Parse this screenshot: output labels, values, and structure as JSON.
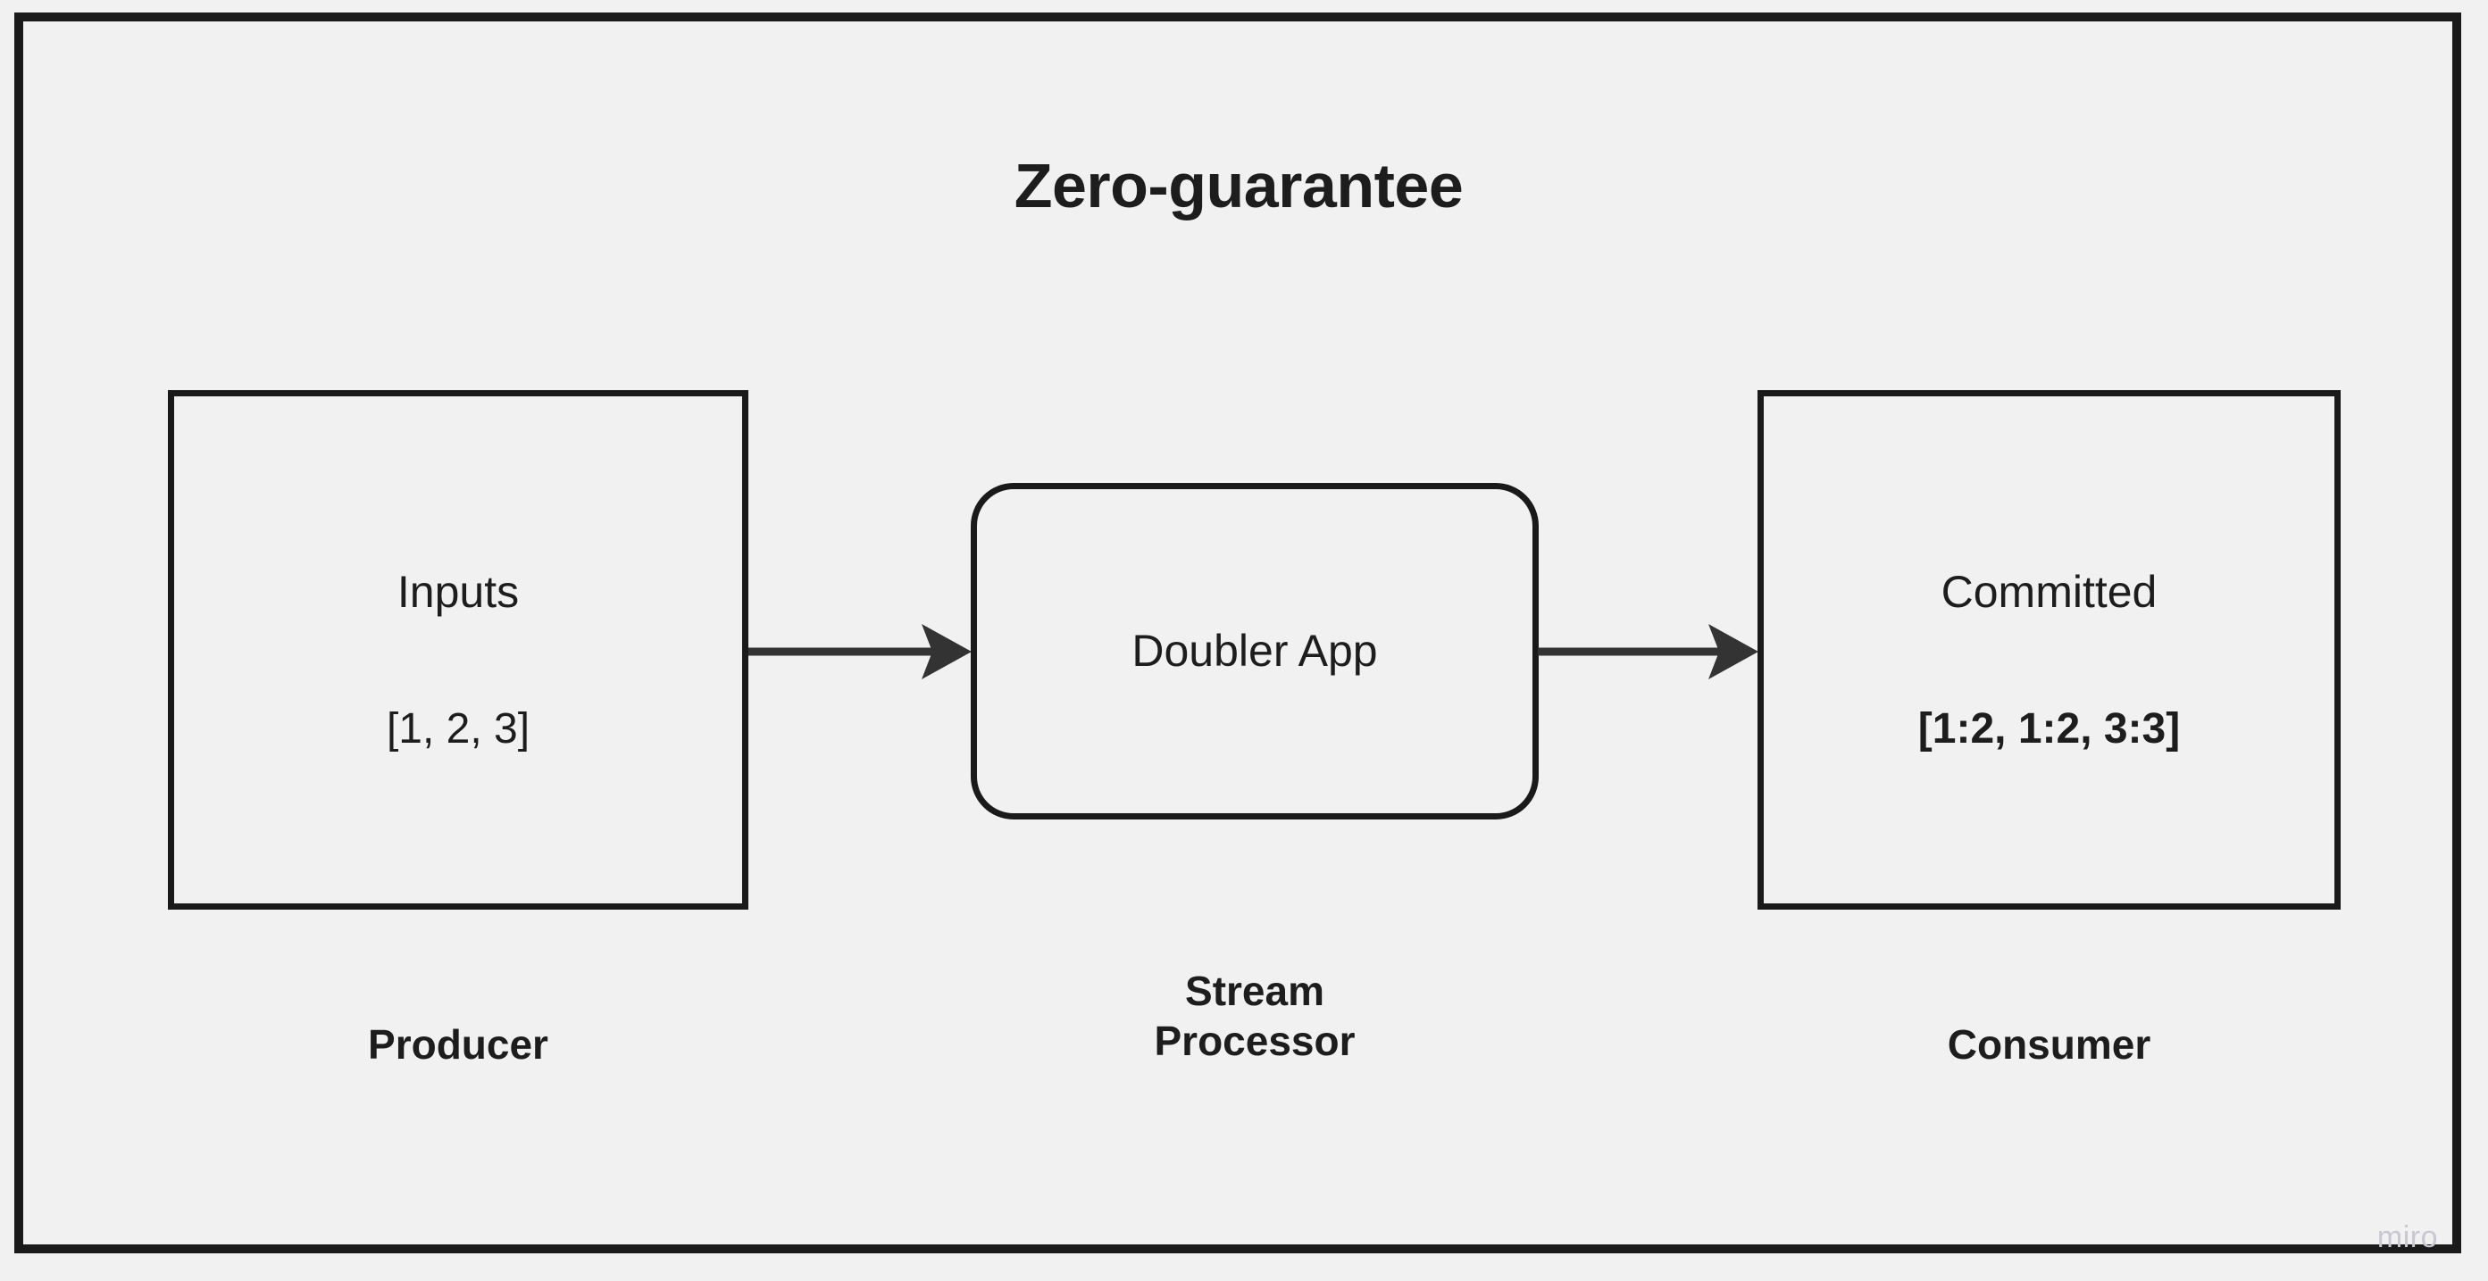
{
  "diagram": {
    "title": "Zero-guarantee",
    "background_color": "#f1f1f1",
    "stroke_color": "#1a1a1a",
    "text_color": "#1d1d1d",
    "nodes": [
      {
        "id": "producer",
        "shape": "rectangle",
        "title": "Inputs",
        "value": "[1, 2, 3]",
        "value_bold": false,
        "caption": "Producer"
      },
      {
        "id": "processor",
        "shape": "rounded-rectangle",
        "title": "Doubler App",
        "value": "",
        "value_bold": false,
        "caption": "Stream\nProcessor"
      },
      {
        "id": "consumer",
        "shape": "rectangle",
        "title": "Committed",
        "value": "[1:2, 1:2, 3:3]",
        "value_bold": true,
        "caption": "Consumer"
      }
    ],
    "connectors": [
      {
        "id": "producer-to-processor",
        "from": "producer",
        "to": "processor",
        "style": "solid-arrow"
      },
      {
        "id": "processor-to-consumer",
        "from": "processor",
        "to": "consumer",
        "style": "solid-arrow"
      }
    ]
  },
  "watermark": {
    "label": "miro",
    "color": "#c9c8d2"
  }
}
